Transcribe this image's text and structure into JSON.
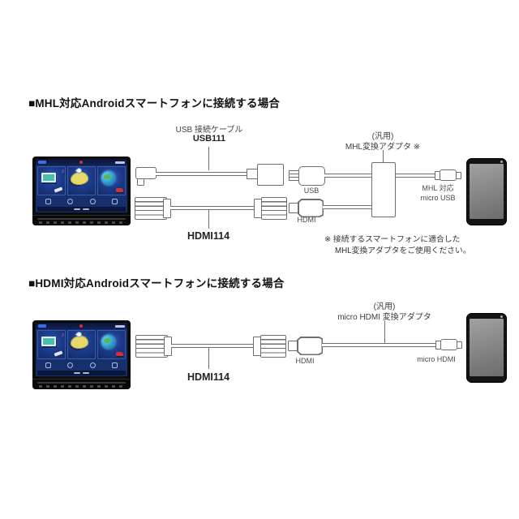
{
  "s1": {
    "heading": "■MHL対応Androidスマートフォンに接続する場合",
    "usb_cable_name": "USB 接続ケーブル",
    "usb_cable_model": "USB111",
    "adapter_generic": "(汎用)",
    "adapter_name": "MHL変換アダプタ ※",
    "usb_plug": "USB",
    "hdmi_plug": "HDMI",
    "hdmi_cable_model": "HDMI114",
    "phone_port_line1": "MHL 対応",
    "phone_port_line2": "micro USB",
    "note_line1": "※ 接続するスマートフォンに適合した",
    "note_line2": "MHL変換アダプタをご使用ください。"
  },
  "s2": {
    "heading": "■HDMI対応Androidスマートフォンに接続する場合",
    "adapter_generic": "(汎用)",
    "adapter_name": "micro HDMI 変換アダプタ",
    "hdmi_plug": "HDMI",
    "hdmi_cable_model": "HDMI114",
    "phone_port": "micro HDMI"
  },
  "icons": {
    "music_note": "♪"
  },
  "colors": {
    "line_art": "#6e6e6e",
    "heading_text": "#111111",
    "nav_screen_blue": "#16306e",
    "map_yellow": "#e6d96a",
    "globe_teal": "#2e9dc8",
    "accent_red": "#d03030"
  }
}
